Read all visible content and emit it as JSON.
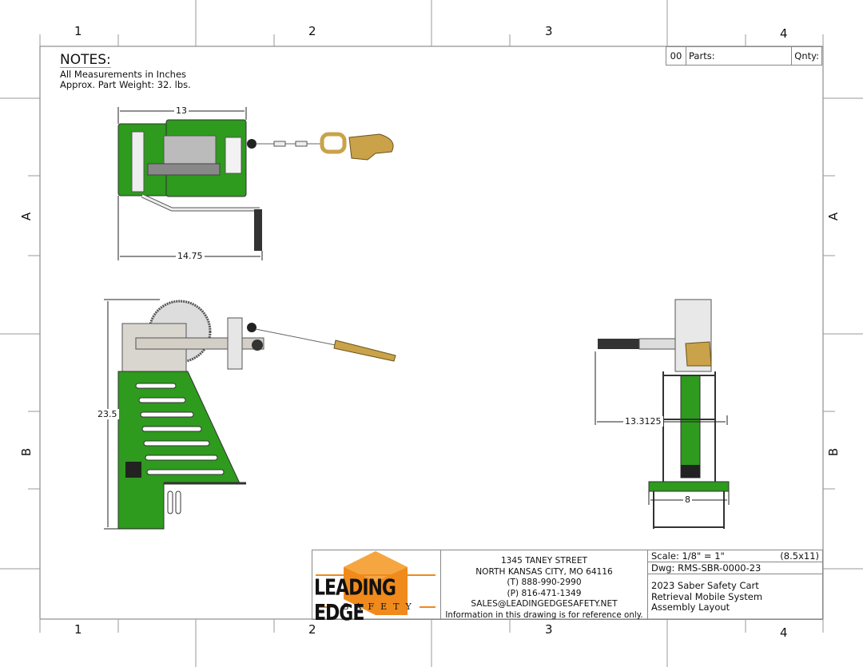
{
  "border": {
    "zone_columns": [
      "1",
      "2",
      "3",
      "4"
    ],
    "zone_rows": [
      "A",
      "B"
    ]
  },
  "notes": {
    "title": "NOTES:",
    "lines": [
      "All Measurements in Inches",
      "Approx. Part Weight: 32. lbs."
    ]
  },
  "parts_table": {
    "balloon": "00",
    "parts_label": "Parts:",
    "qnty_label": "Qnty:"
  },
  "dimensions": {
    "top_width": "13",
    "top_overall": "14.75",
    "side_height": "23.5",
    "front_reach": "13.3125",
    "front_base": "8"
  },
  "colors": {
    "frame_green": "#2e9a1e",
    "logo_orange": "#f08a1c",
    "brass": "#c9a24a"
  },
  "title_block": {
    "logo_line1": "LEADING EDGE",
    "logo_line2": "SAFETY",
    "address": [
      "1345 TANEY STREET",
      "NORTH KANSAS CITY, MO 64116",
      "(T) 888-990-2990",
      "(P) 816-471-1349",
      "SALES@LEADINGEDGESAFETY.NET",
      "Information in this drawing is for reference only."
    ],
    "scale": "Scale: 1/8\" = 1\"",
    "sheet_size": "(8.5x11)",
    "dwg": "Dwg: RMS-SBR-0000-23",
    "title_lines": [
      "2023 Saber Safety Cart",
      "Retrieval Mobile System",
      "Assembly Layout"
    ]
  }
}
